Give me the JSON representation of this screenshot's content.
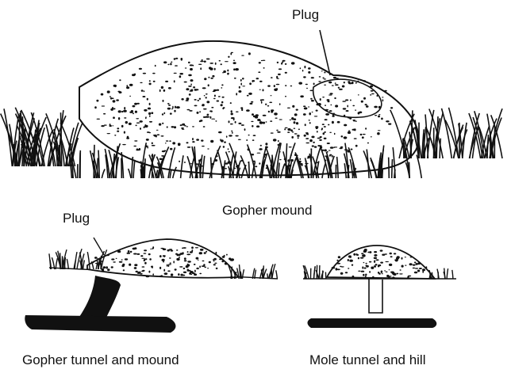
{
  "labels": {
    "plug_top": "Plug",
    "gopher_mound": "Gopher mound",
    "plug_bottom": "Plug",
    "gopher_tunnel_mound": "Gopher tunnel and mound",
    "mole_tunnel_hill": "Mole tunnel and hill"
  },
  "colors": {
    "ink": "#111111",
    "paper": "#ffffff"
  }
}
